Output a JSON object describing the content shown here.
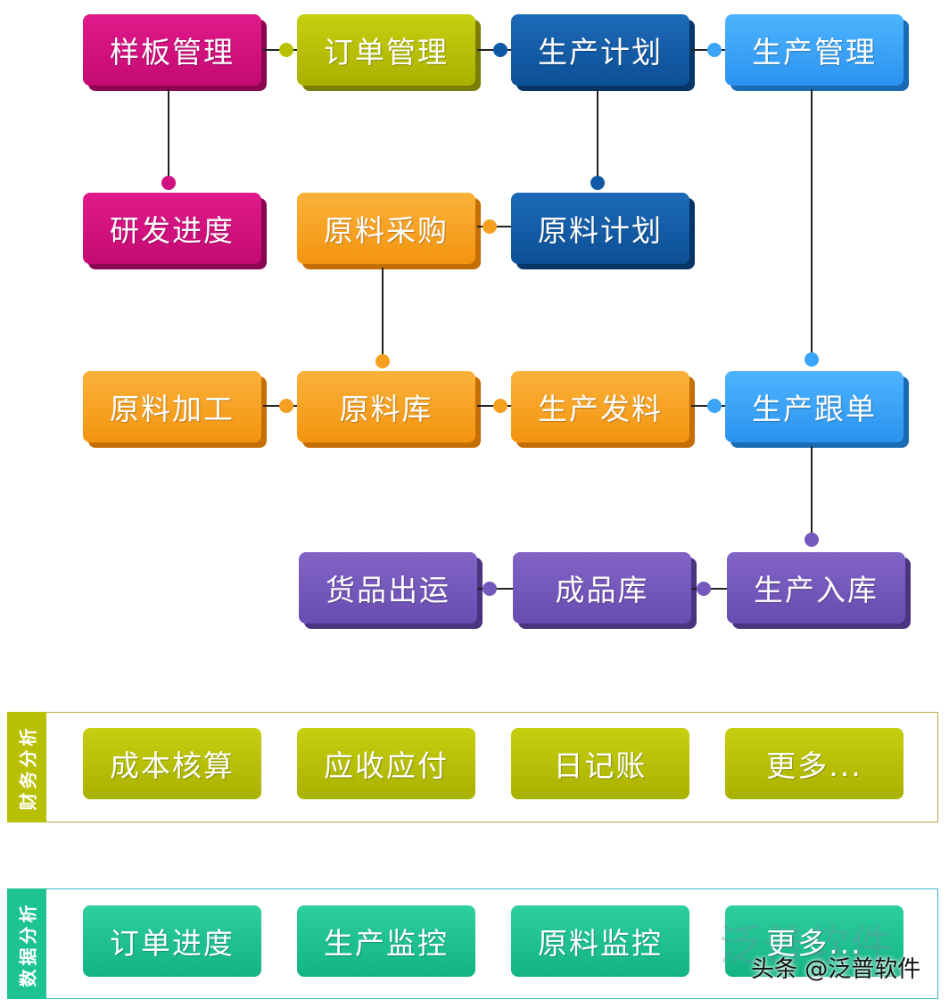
{
  "flow": {
    "row1": [
      "样板管理",
      "订单管理",
      "生产计划",
      "生产管理"
    ],
    "row2": [
      "研发进度",
      "原料采购",
      "原料计划"
    ],
    "row3": [
      "原料加工",
      "原料库",
      "生产发料",
      "生产跟单"
    ],
    "row4": [
      "货品出运",
      "成品库",
      "生产入库"
    ]
  },
  "finance": {
    "side_label": "财务分析",
    "items": [
      "成本核算",
      "应收应付",
      "日记账",
      "更多..."
    ]
  },
  "data_analysis": {
    "side_label": "数据分析",
    "items": [
      "订单进度",
      "生产监控",
      "原料监控",
      "更多..."
    ]
  },
  "watermark": {
    "brand": "泛普软件",
    "caption": "头条 @泛普软件"
  },
  "colors": {
    "magenta": "#d0107d",
    "olive": "#b8c004",
    "navy": "#0f58a4",
    "sky": "#3aa5f8",
    "orange": "#f6a021",
    "purple": "#7558bb",
    "green": "#1ec392",
    "finance_side": "#b8c004",
    "data_side": "#1ec392"
  }
}
